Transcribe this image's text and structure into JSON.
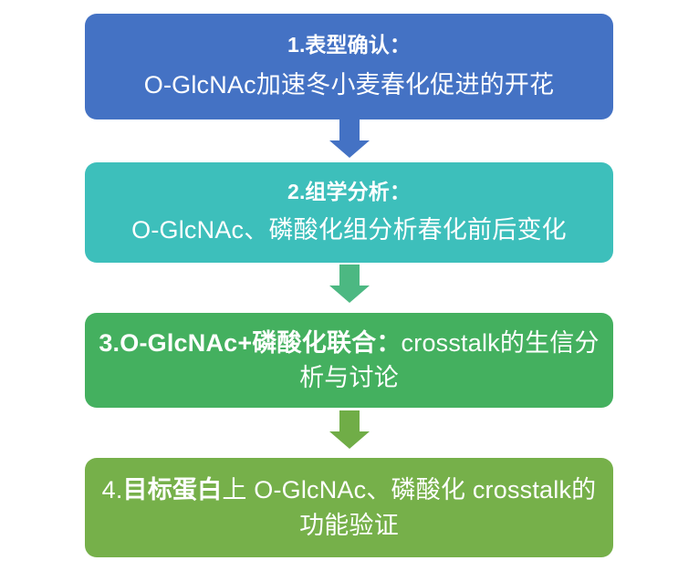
{
  "diagram": {
    "type": "vertical-flowchart",
    "background_color": "#ffffff",
    "steps": [
      {
        "id": "step-1",
        "color": "#4472C4",
        "title": "1.表型确认：",
        "body": "O-GlcNAc加速冬小麦春化促进的开花"
      },
      {
        "id": "step-2",
        "color": "#3DBFBB",
        "title": "2.组学分析：",
        "body": "O-GlcNAc、磷酸化组分析春化前后变化"
      },
      {
        "id": "step-3",
        "color": "#44B05F",
        "lead_number": "3.",
        "bold_text": "O-GlcNAc+磷酸化联合：",
        "regular_text": "crosstalk的生信分析与讨论"
      },
      {
        "id": "step-4",
        "color": "#76B04A",
        "lead_number": "4.",
        "bold_text": "目标蛋白",
        "regular_text": "上 O-GlcNAc、磷酸化 crosstalk的功能验证"
      }
    ],
    "connectors": [
      {
        "id": "connector-1",
        "color": "#4472C4",
        "direction": "down"
      },
      {
        "id": "connector-2",
        "color": "#4CB882",
        "direction": "down"
      },
      {
        "id": "connector-3",
        "color": "#70AD47",
        "direction": "down"
      }
    ]
  }
}
